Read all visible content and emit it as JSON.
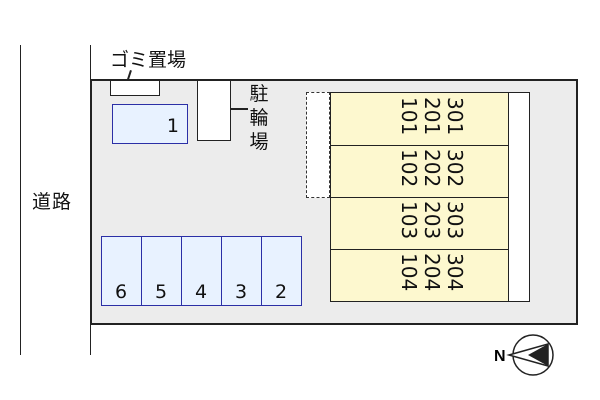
{
  "road": {
    "label": "道路"
  },
  "garbage": {
    "label": "ゴミ置場"
  },
  "bicycle": {
    "label_chars": [
      "駐",
      "輪",
      "場"
    ]
  },
  "parking": {
    "spaces": [
      "1",
      "6",
      "5",
      "4",
      "3",
      "2"
    ],
    "border_color": "#2b2fa6",
    "fill_color": "#e8f2ff"
  },
  "building": {
    "fill_color": "#fdf8cf",
    "columns": [
      [
        "301",
        "302",
        "303",
        "304"
      ],
      [
        "201",
        "202",
        "203",
        "204"
      ],
      [
        "101",
        "102",
        "103",
        "104"
      ]
    ]
  },
  "compass": {
    "label": "N",
    "icon": "north-arrow-icon"
  }
}
